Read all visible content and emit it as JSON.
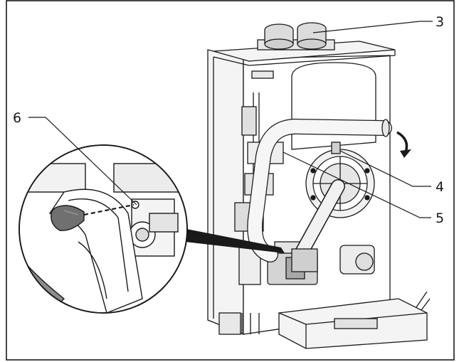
{
  "callouts": {
    "c3": "3",
    "c4": "4",
    "c5": "5",
    "c6": "6"
  },
  "colors": {
    "line": "#1a1a1a",
    "fill_light": "#f2f2f2",
    "fill_mid": "#d9d9d9",
    "fill_dark": "#9a9a9a",
    "screwdriver_handle": "#707070"
  },
  "icons": [
    "screwdriver-icon",
    "rotation-arrow-icon"
  ]
}
